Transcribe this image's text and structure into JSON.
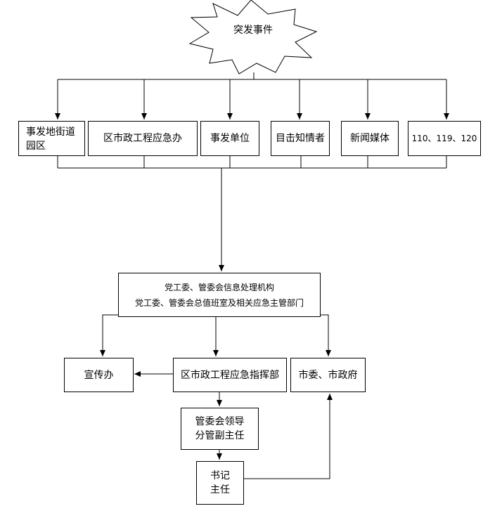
{
  "trigger": {
    "label": "突发事件"
  },
  "sources": [
    {
      "id": "street",
      "lines": [
        "事发地街道",
        "园区"
      ]
    },
    {
      "id": "muni-emergency-office",
      "lines": [
        "区市政工程应急办"
      ]
    },
    {
      "id": "incident-unit",
      "lines": [
        "事发单位"
      ]
    },
    {
      "id": "witness",
      "lines": [
        "目击知情者"
      ]
    },
    {
      "id": "news-media",
      "lines": [
        "新闻媒体"
      ]
    },
    {
      "id": "hotlines",
      "lines": [
        "110、119、120"
      ]
    }
  ],
  "info_center": {
    "lines": [
      "党工委、管委会信息处理机构",
      "党工委、管委会总值班室及相关应急主管部门"
    ]
  },
  "publicity": {
    "label": "宣传办"
  },
  "command": {
    "label": "区市政工程应急指挥部"
  },
  "city": {
    "label": "市委、市政府"
  },
  "leaders": {
    "lines": [
      "管委会领导",
      "分管副主任"
    ]
  },
  "secretary": {
    "lines": [
      "书记",
      "主任"
    ]
  }
}
